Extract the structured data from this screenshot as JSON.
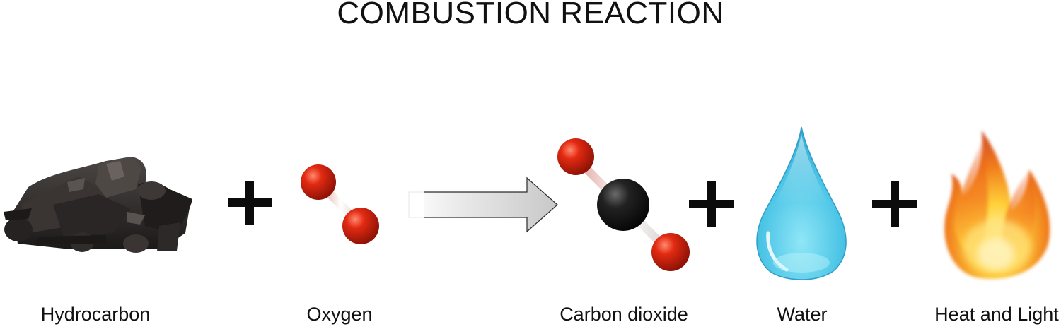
{
  "title": "COMBUSTION REACTION",
  "reactants": [
    {
      "label": "Hydrocarbon",
      "icon": "coal-pile-icon"
    },
    {
      "label": "Oxygen",
      "icon": "oxygen-molecule-icon"
    }
  ],
  "products": [
    {
      "label": "Carbon dioxide",
      "icon": "carbon-dioxide-molecule-icon"
    },
    {
      "label": "Water",
      "icon": "water-drop-icon"
    },
    {
      "label": "Heat and Light",
      "icon": "flame-icon"
    }
  ],
  "colors": {
    "oxygen_atom": "#d42a14",
    "carbon_atom": "#1a1a1a",
    "water": "#5fd0ea",
    "flame_outer": "#e8541a",
    "flame_inner": "#ffd23c",
    "arrow_fill": "#d6d6d6",
    "coal": "#2e2b2a"
  }
}
